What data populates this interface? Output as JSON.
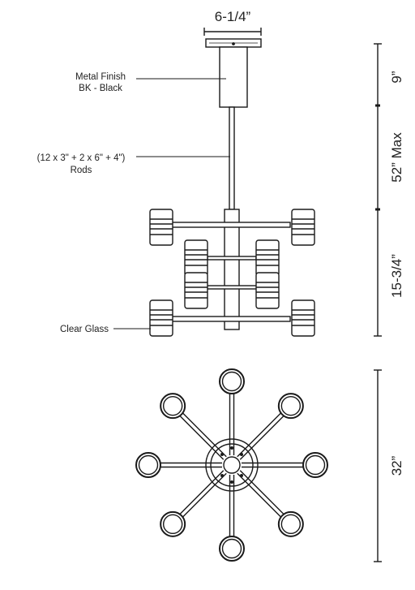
{
  "dimensions": {
    "canopy_width": "6-1/4”",
    "canopy_height": "9”",
    "max_height": "52” Max",
    "body_height": "15-3/4”",
    "diameter": "32”"
  },
  "callouts": {
    "finish_line1": "Metal Finish",
    "finish_line2": "BK - Black",
    "rods_line1": "(12 x 3\" + 2 x 6\" + 4\")",
    "rods_line2": "Rods",
    "glass": "Clear Glass"
  },
  "colors": {
    "line": "#1a1a1a"
  }
}
